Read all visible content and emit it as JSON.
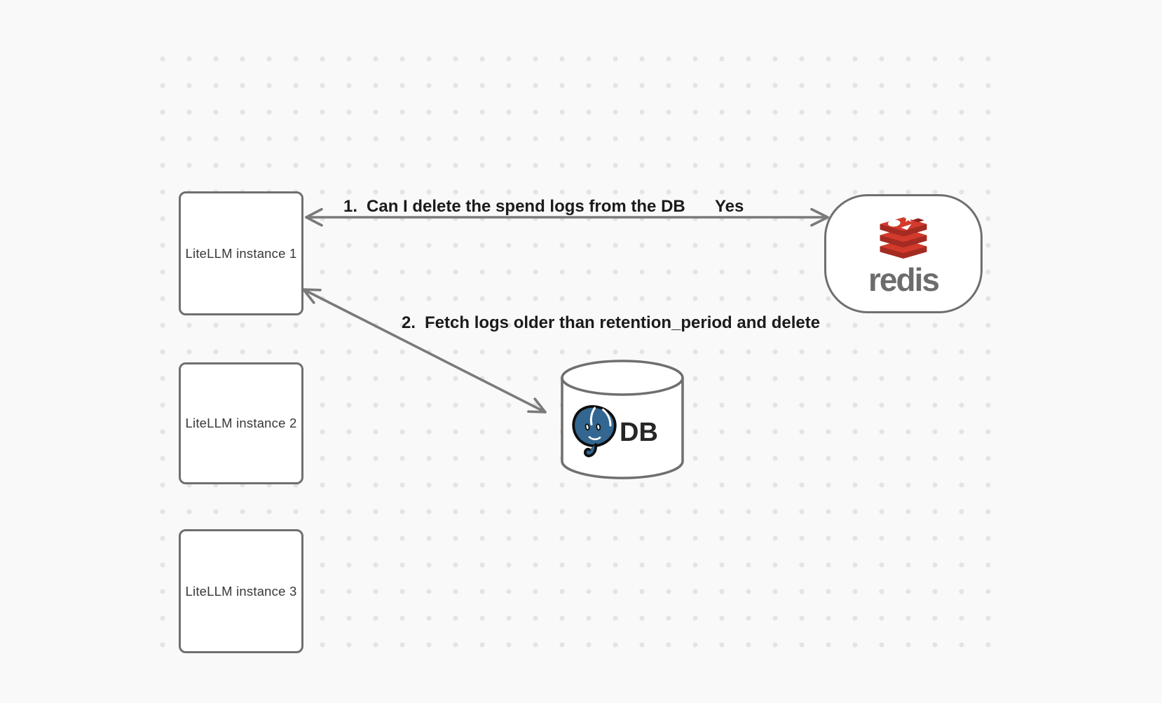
{
  "diagram": {
    "instances": [
      {
        "label": "LiteLLM instance 1"
      },
      {
        "label": "LiteLLM instance 2"
      },
      {
        "label": "LiteLLM instance 3"
      }
    ],
    "redis": {
      "wordmark": "redis"
    },
    "database": {
      "label": "DB"
    },
    "messages": {
      "msg1": {
        "number": "1.",
        "text": "Can I delete the spend logs from the DB",
        "response": "Yes"
      },
      "msg2": {
        "number": "2.",
        "text": "Fetch logs older than retention_period and delete"
      }
    },
    "icons": {
      "redis_logo": "redis-stack-icon",
      "postgres_logo": "postgresql-elephant-icon",
      "database_shape": "cylinder-icon"
    },
    "colors": {
      "background": "#f9f9f9",
      "grid_dot": "#e4e4e4",
      "node_border": "#6f6f6f",
      "arrow": "#7a7a7a",
      "label_text": "#1b1b1b",
      "redis_red": "#d33a2c",
      "redis_red_dark": "#a32b22",
      "redis_wordmark_gray": "#6c6c6c",
      "postgres_blue": "#336791"
    }
  }
}
